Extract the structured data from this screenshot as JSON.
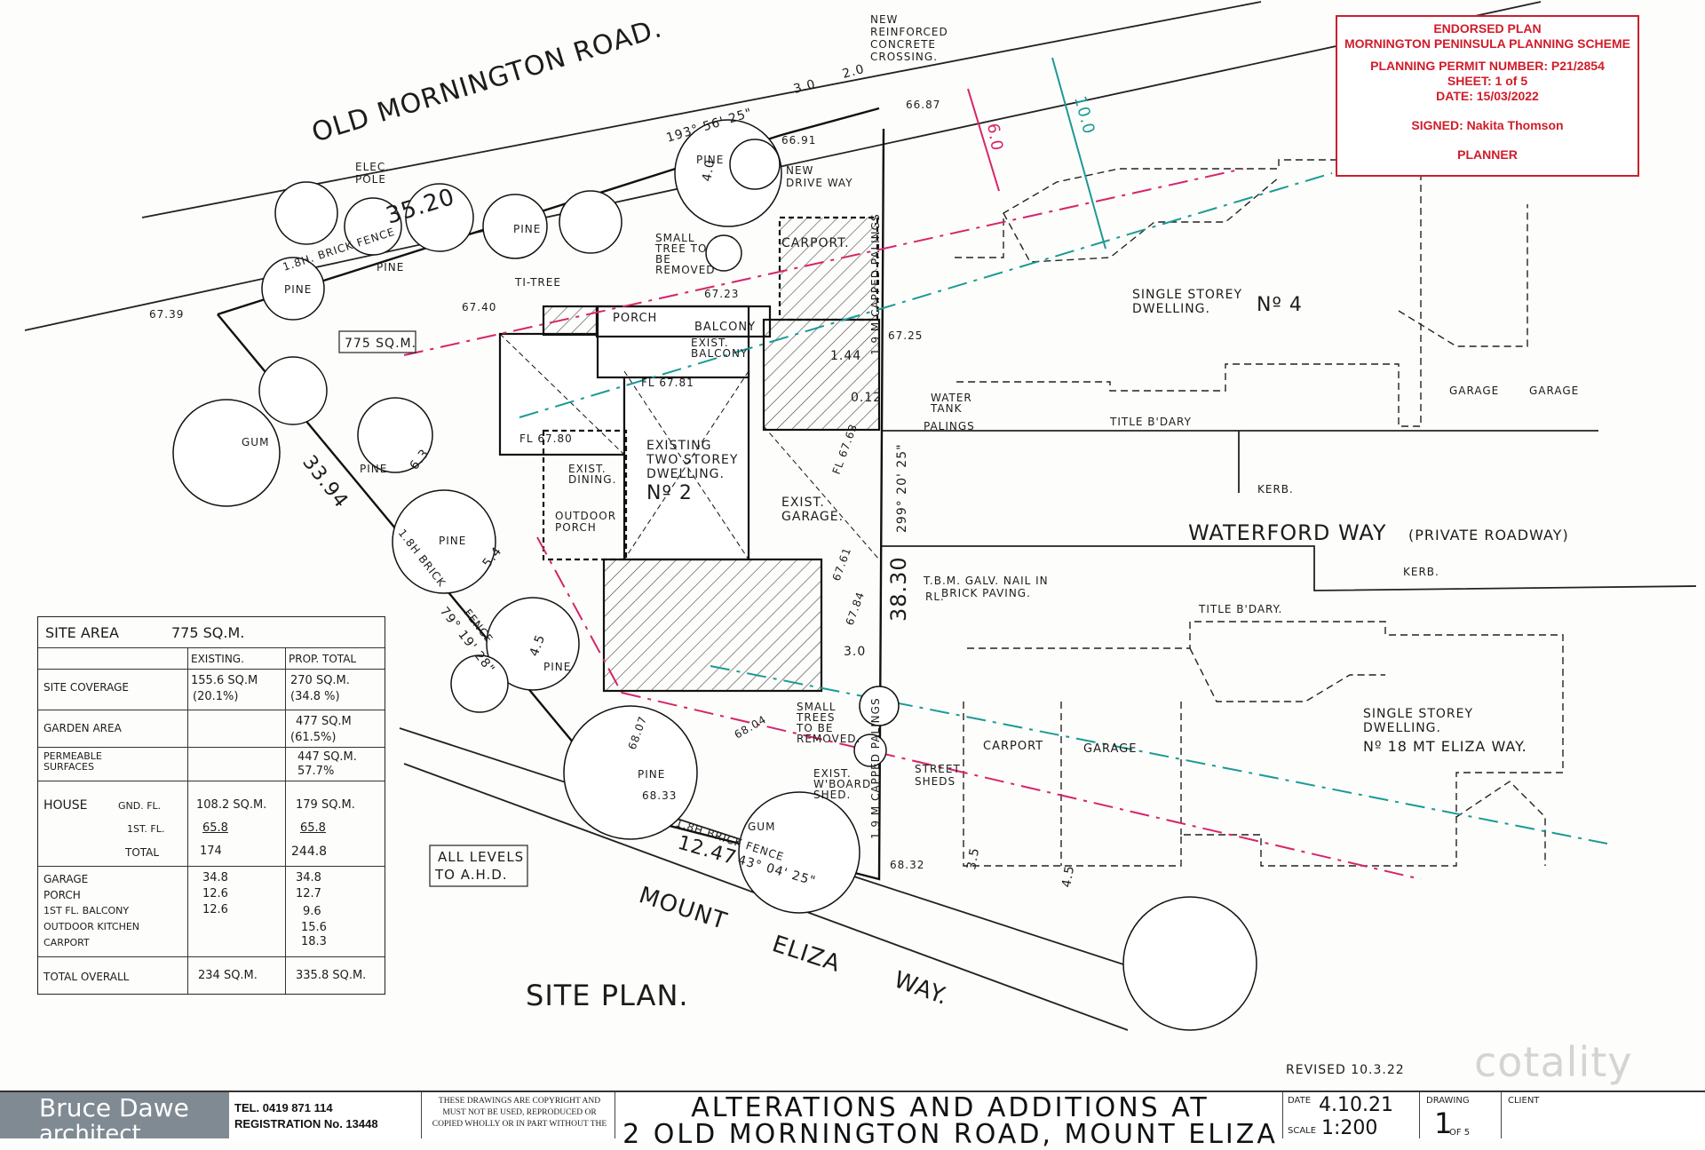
{
  "stamp": {
    "line1": "ENDORSED PLAN",
    "line2": "MORNINGTON PENINSULA PLANNING SCHEME",
    "permit": "PLANNING PERMIT NUMBER: P21/2854",
    "sheet": "SHEET: 1 of 5",
    "date": "DATE: 15/03/2022",
    "signed": "SIGNED: Nakita Thomson",
    "role": "PLANNER"
  },
  "roads": {
    "north": "OLD MORNINGTON ROAD.",
    "south_a": "MOUNT",
    "south_b": "ELIZA",
    "south_c": "WAY.",
    "east": "WATERFORD WAY",
    "east_note": "(PRIVATE ROADWAY)"
  },
  "labels": {
    "site_plan": "SITE PLAN.",
    "levels_1": "ALL LEVELS",
    "levels_2": "TO A.H.D.",
    "revised": "REVISED 10.3.22",
    "watermark": "cotality",
    "crossing_1": "NEW",
    "crossing_2": "REINFORCED",
    "crossing_3": "CONCRETE",
    "crossing_4": "CROSSING.",
    "driveway_1": "NEW",
    "driveway_2": "DRIVE WAY",
    "small_tree_1": "SMALL",
    "small_tree_2": "TREE TO",
    "small_tree_3": "BE",
    "small_tree_4": "REMOVED",
    "elec_1": "ELEC.",
    "elec_2": "POLE",
    "brick_fence": "1.8H. BRICK FENCE",
    "ti_tree": "TI-TREE",
    "carport_main": "CARPORT.",
    "porch": "PORCH",
    "balcony": "BALCONY",
    "exist_balcony_1": "EXIST.",
    "exist_balcony_2": "BALCONY",
    "fl1": "FL 67.81",
    "fl2": "FL 67.80",
    "existing_1": "EXISTING",
    "existing_2": "TWO STOREY",
    "existing_3": "DWELLING.",
    "no2": "Nº 2",
    "exist_dining_1": "EXIST.",
    "exist_dining_2": "DINING.",
    "outdoor_1": "OUTDOOR",
    "outdoor_2": "PORCH",
    "exist_garage_1": "EXIST.",
    "exist_garage_2": "GARAGE.",
    "capped_palings_top": "1.9 M CAPPED PALINGS",
    "capped_palings_bottom": "1.9 M CAPPED PALINGS",
    "water_tank_1": "WATER",
    "water_tank_2": "TANK",
    "palings": "PALINGS",
    "title_bdary_top": "TITLE B'DARY",
    "kerb_top": "KERB.",
    "kerb_bottom": "KERB.",
    "tbm_1": "T.B.M. GALV. NAIL IN",
    "tbm_2": "BRICK PAVING.",
    "tbm_3": "RL.",
    "title_bdary_mid": "TITLE B'DARY.",
    "single_1": "SINGLE STOREY",
    "single_2": "DWELLING.",
    "no4": "Nº 4",
    "garage_a": "GARAGE",
    "garage_b": "GARAGE",
    "single_18a": "SINGLE STOREY",
    "single_18b": "DWELLING.",
    "no18": "Nº 18 MT ELIZA WAY.",
    "carport_18": "CARPORT",
    "garage_18": "GARAGE",
    "street_sheds_1": "STREET",
    "street_sheds_2": "SHEDS",
    "small_trees_b1": "SMALL",
    "small_trees_b2": "TREES",
    "small_trees_b3": "TO BE",
    "small_trees_b4": "REMOVED.",
    "exist_wboard_1": "EXIST.",
    "exist_wboard_2": "W'BOARD",
    "exist_wboard_3": "SHED.",
    "gum_top": "GUM",
    "gum_bottom": "GUM",
    "pine_1": "PINE",
    "pine_2": "PINE",
    "pine_3": "PINE",
    "pine_4": "PINE",
    "pine_5": "PINE",
    "pine_6": "PINE",
    "pine_7": "PINE",
    "pine_8": "PINE",
    "brick_fence_sw": "1.8H BRICK",
    "fence_sw": "FENCE",
    "brick_fence_s": "1.8H BRICK FENCE",
    "area_tag": "775 SQ.M."
  },
  "dimensions": {
    "boundary_n": "35.20",
    "bearing_n": "193° 56' 25\"",
    "boundary_w": "33.94",
    "bearing_w": "79° 19' 28\"",
    "boundary_s": "12.47",
    "bearing_s": "43° 04' 25\"",
    "boundary_e": "38.30",
    "bearing_e": "299° 20' 25\"",
    "d_3_0": "3.0",
    "d_2_0": "2.0",
    "d_6_0": "6.0",
    "d_10_0": "10.0",
    "d_4_0": "4.0",
    "d_6_3": "6.3",
    "d_5_4": "5.4",
    "d_4_5": "4.5",
    "d_1_44": "1.44",
    "d_0_12": "0.12",
    "d_3_0b": "3.0",
    "d_3_5": "3.5",
    "d_4_5b": "4.5",
    "l_66_87": "66.87",
    "l_66_91": "66.91",
    "l_67_39": "67.39",
    "l_67_40": "67.40",
    "l_67_23": "67.23",
    "l_67_25": "67.25",
    "l_67_63": "FL 67.63",
    "l_67_61": "67.61",
    "l_67_84": "67.84",
    "l_68_07": "68.07",
    "l_68_04": "68.04",
    "l_68_32": "68.32",
    "l_68_33": "68.33"
  },
  "site_table": {
    "site_area_label": "SITE AREA",
    "site_area_value": "775 SQ.M.",
    "col_existing": "EXISTING.",
    "col_prop_total": "PROP. TOTAL",
    "rows": [
      {
        "label": "SITE COVERAGE",
        "existing": "155.6 SQ.M",
        "existing2": "(20.1%)",
        "proposed": "270 SQ.M.",
        "proposed2": "(34.8 %)"
      },
      {
        "label": "GARDEN AREA",
        "existing": "",
        "existing2": "",
        "proposed": "477 SQ.M",
        "proposed2": "(61.5%)"
      },
      {
        "label": "PERMEABLE",
        "label2": "SURFACES",
        "existing": "",
        "existing2": "",
        "proposed": "447 SQ.M.",
        "proposed2": "57.7%"
      }
    ],
    "house_label": "HOUSE",
    "gnd_label": "GND. FL.",
    "gnd_existing": "108.2 SQ.M.",
    "gnd_proposed": "179 SQ.M.",
    "first_label": "1ST. FL.",
    "first_existing": "65.8",
    "first_proposed": "65.8",
    "total_label": "TOTAL",
    "total_existing": "174",
    "total_proposed": "244.8",
    "extras": [
      {
        "label": "GARAGE",
        "existing": "34.8",
        "proposed": "34.8"
      },
      {
        "label": "PORCH",
        "existing": "12.6",
        "proposed": "12.7"
      },
      {
        "label": "1ST FL. BALCONY",
        "existing": "12.6",
        "proposed": "9.6"
      },
      {
        "label": "OUTDOOR KITCHEN",
        "existing": "",
        "proposed": "15.6"
      },
      {
        "label": "CARPORT",
        "existing": "",
        "proposed": "18.3"
      }
    ],
    "overall_label": "TOTAL OVERALL",
    "overall_existing": "234 SQ.M.",
    "overall_proposed": "335.8 SQ.M."
  },
  "title_block": {
    "firm_name": "Bruce Dawe",
    "firm_sub": "architect",
    "tel": "TEL. 0419 871 114",
    "registration": "REGISTRATION No. 13448",
    "copyright": "THESE DRAWINGS ARE COPYRIGHT AND MUST NOT BE USED, REPRODUCED OR COPIED WHOLLY OR IN PART WITHOUT THE",
    "title_line1": "ALTERATIONS AND ADDITIONS AT",
    "title_line2": "2 OLD MORNINGTON ROAD, MOUNT ELIZA",
    "date_label": "DATE",
    "date_value": "4.10.21",
    "scale_label": "SCALE",
    "scale_value": "1:200",
    "drawing_label": "DRAWING",
    "drawing_value": "1",
    "drawing_of": "OF 5",
    "client_label": "CLIENT"
  },
  "colors": {
    "ink": "#1c1c1c",
    "setback_pink": "#d6246a",
    "setback_teal": "#1a9a94",
    "stamp_red": "#d01c2a"
  }
}
